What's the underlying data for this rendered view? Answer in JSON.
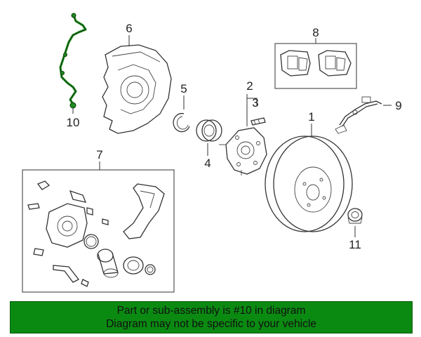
{
  "callouts": {
    "c1": "1",
    "c2": "2",
    "c3": "3",
    "c4": "4",
    "c5": "5",
    "c6": "6",
    "c7": "7",
    "c8": "8",
    "c9": "9",
    "c10": "10",
    "c11": "11"
  },
  "banner": {
    "line1": "Part or sub-assembly is #10 in diagram",
    "line2": "Diagram may not be specific to your vehicle"
  },
  "colors": {
    "highlight": "#1f8a1f",
    "banner_bg": "#0b8a12"
  }
}
